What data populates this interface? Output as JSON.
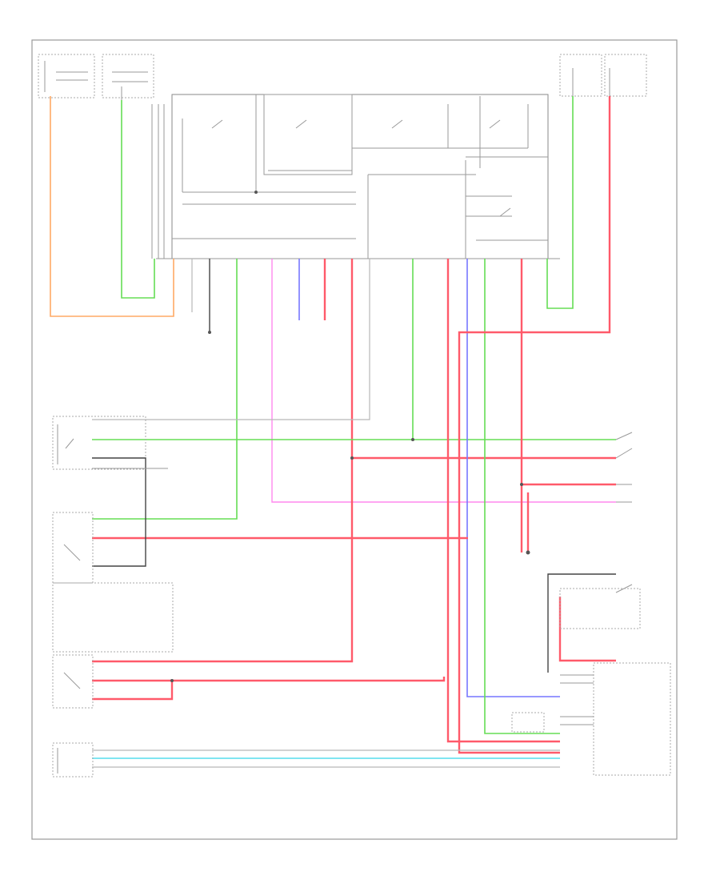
{
  "diagram": {
    "footer_code": "",
    "colors": {
      "red": "#ff5a6a",
      "green": "#66dd55",
      "orange": "#ffaa66",
      "blue": "#7777ff",
      "pink": "#ff88ee",
      "cyan": "#55ddee",
      "gray": "#b8b8b8"
    },
    "components": [
      "top-left-fuse-box",
      "top-left-relay-box",
      "main-control-unit",
      "top-right-fuse-box",
      "left-side-sensor-1",
      "left-side-sensor-2",
      "left-side-sensor-3",
      "bottom-left-sensor",
      "right-side-switch",
      "bottom-right-connector-block"
    ]
  }
}
